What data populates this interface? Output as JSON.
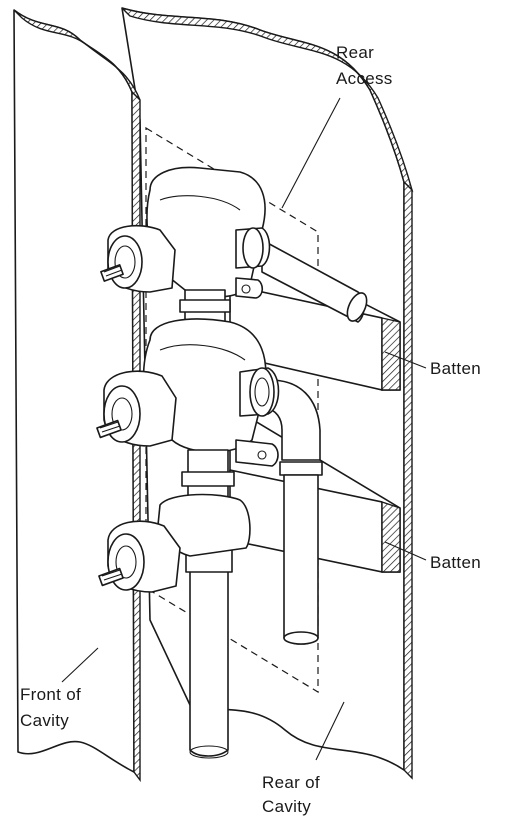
{
  "labels": {
    "rear_access_line1": "Rear",
    "rear_access_line2": "Access",
    "batten_upper": "Batten",
    "batten_lower": "Batten",
    "front_of_cavity_line1": "Front of",
    "front_of_cavity_line2": "Cavity",
    "rear_of_cavity_line1": "Rear of",
    "rear_of_cavity_line2": "Cavity"
  }
}
